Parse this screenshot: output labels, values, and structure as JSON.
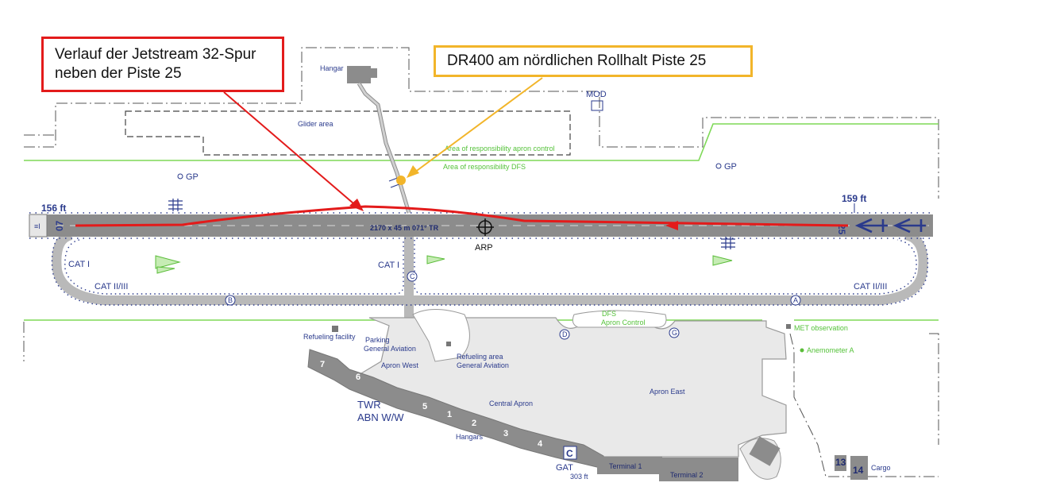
{
  "callouts": {
    "jetstream": {
      "line1": "Verlauf der Jetstream 32-Spur",
      "line2": "neben der Piste 25"
    },
    "dr400": {
      "text": "DR400 am nördlichen Rollhalt Piste 25"
    }
  },
  "runway": {
    "designation": "2170 x 45 m 071° TR",
    "threshold_west": "156 ft",
    "threshold_east": "159 ft",
    "rwy_west": "07",
    "rwy_east": "25"
  },
  "labels": {
    "hangar": "Hangar",
    "mod": "MOD",
    "glider_area": "Glider area",
    "apron_control_area": "Area of responsibility apron control",
    "dfs_area": "Area of responsibility DFS",
    "gp": "GP",
    "arp": "ARP",
    "cat_i": "CAT I",
    "cat_ii_iii": "CAT II/III",
    "dfs": "DFS",
    "apron_control": "Apron Control",
    "met_observation": "MET observation",
    "anemometer": "Anemometer A",
    "refueling_facility": "Refueling facility",
    "parking_ga_1": "Parking",
    "parking_ga_2": "General Aviation",
    "refueling_area_1": "Refueling area",
    "refueling_area_2": "General Aviation",
    "apron_west": "Apron West",
    "central_apron": "Central Apron",
    "apron_east": "Apron East",
    "twr": "TWR",
    "abn": "ABN W/W",
    "hangars": "Hangars",
    "gat": "GAT",
    "elevation": "303 ft",
    "terminal_1": "Terminal 1",
    "terminal_2": "Terminal 2",
    "cargo": "Cargo"
  },
  "taxiways": {
    "a": "A",
    "b": "B",
    "c": "C",
    "d": "D",
    "g": "G"
  },
  "buildings": {
    "b1": "1",
    "b2": "2",
    "b3": "3",
    "b4": "4",
    "b5": "5",
    "b6": "6",
    "b7": "7",
    "b13": "13",
    "b14": "14",
    "c": "C"
  },
  "colors": {
    "runway": "#8c8c8c",
    "track_red": "#e31b1b",
    "dr400_yellow": "#f2b52a",
    "boundary_green": "#7ed957",
    "chart_blue": "#2a3a8c"
  }
}
